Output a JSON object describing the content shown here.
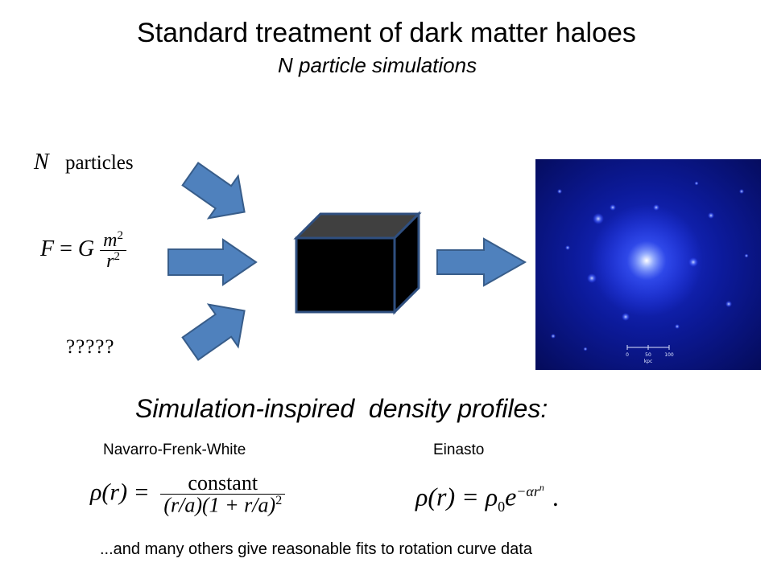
{
  "slide": {
    "title": "Standard treatment of dark matter haloes",
    "subtitle": "N particle simulations"
  },
  "inputs": {
    "particles_var": "N",
    "particles_label": "particles",
    "force_lhs": "F",
    "force_G": "G",
    "force_num": "m",
    "force_num_exp": "2",
    "force_den": "r",
    "force_den_exp": "2",
    "unknown": "?????"
  },
  "simulation_image": {
    "scale_ticks": [
      "0",
      "50",
      "100"
    ],
    "scale_unit": "kpc"
  },
  "profiles": {
    "heading": "Simulation-inspired  density profiles:",
    "nfw_label": "Navarro-Frenk-White",
    "einasto_label": "Einasto",
    "nfw_lhs": "ρ(r) =",
    "nfw_num": "constant",
    "nfw_den": "(r/a)(1 + r/a)",
    "nfw_den_exp": "2",
    "einasto_lhs": "ρ(r) = ρ",
    "einasto_sub": "0",
    "einasto_e": "e",
    "einasto_exp": "−αr",
    "einasto_exp_sup": "n",
    "einasto_end": "."
  },
  "footer": "...and many others give reasonable fits to rotation curve data",
  "colors": {
    "arrow_fill": "#4f81bd",
    "arrow_stroke": "#385d8a",
    "box_front": "#000000",
    "box_top": "#404040",
    "box_edge": "#2f4f7f"
  }
}
